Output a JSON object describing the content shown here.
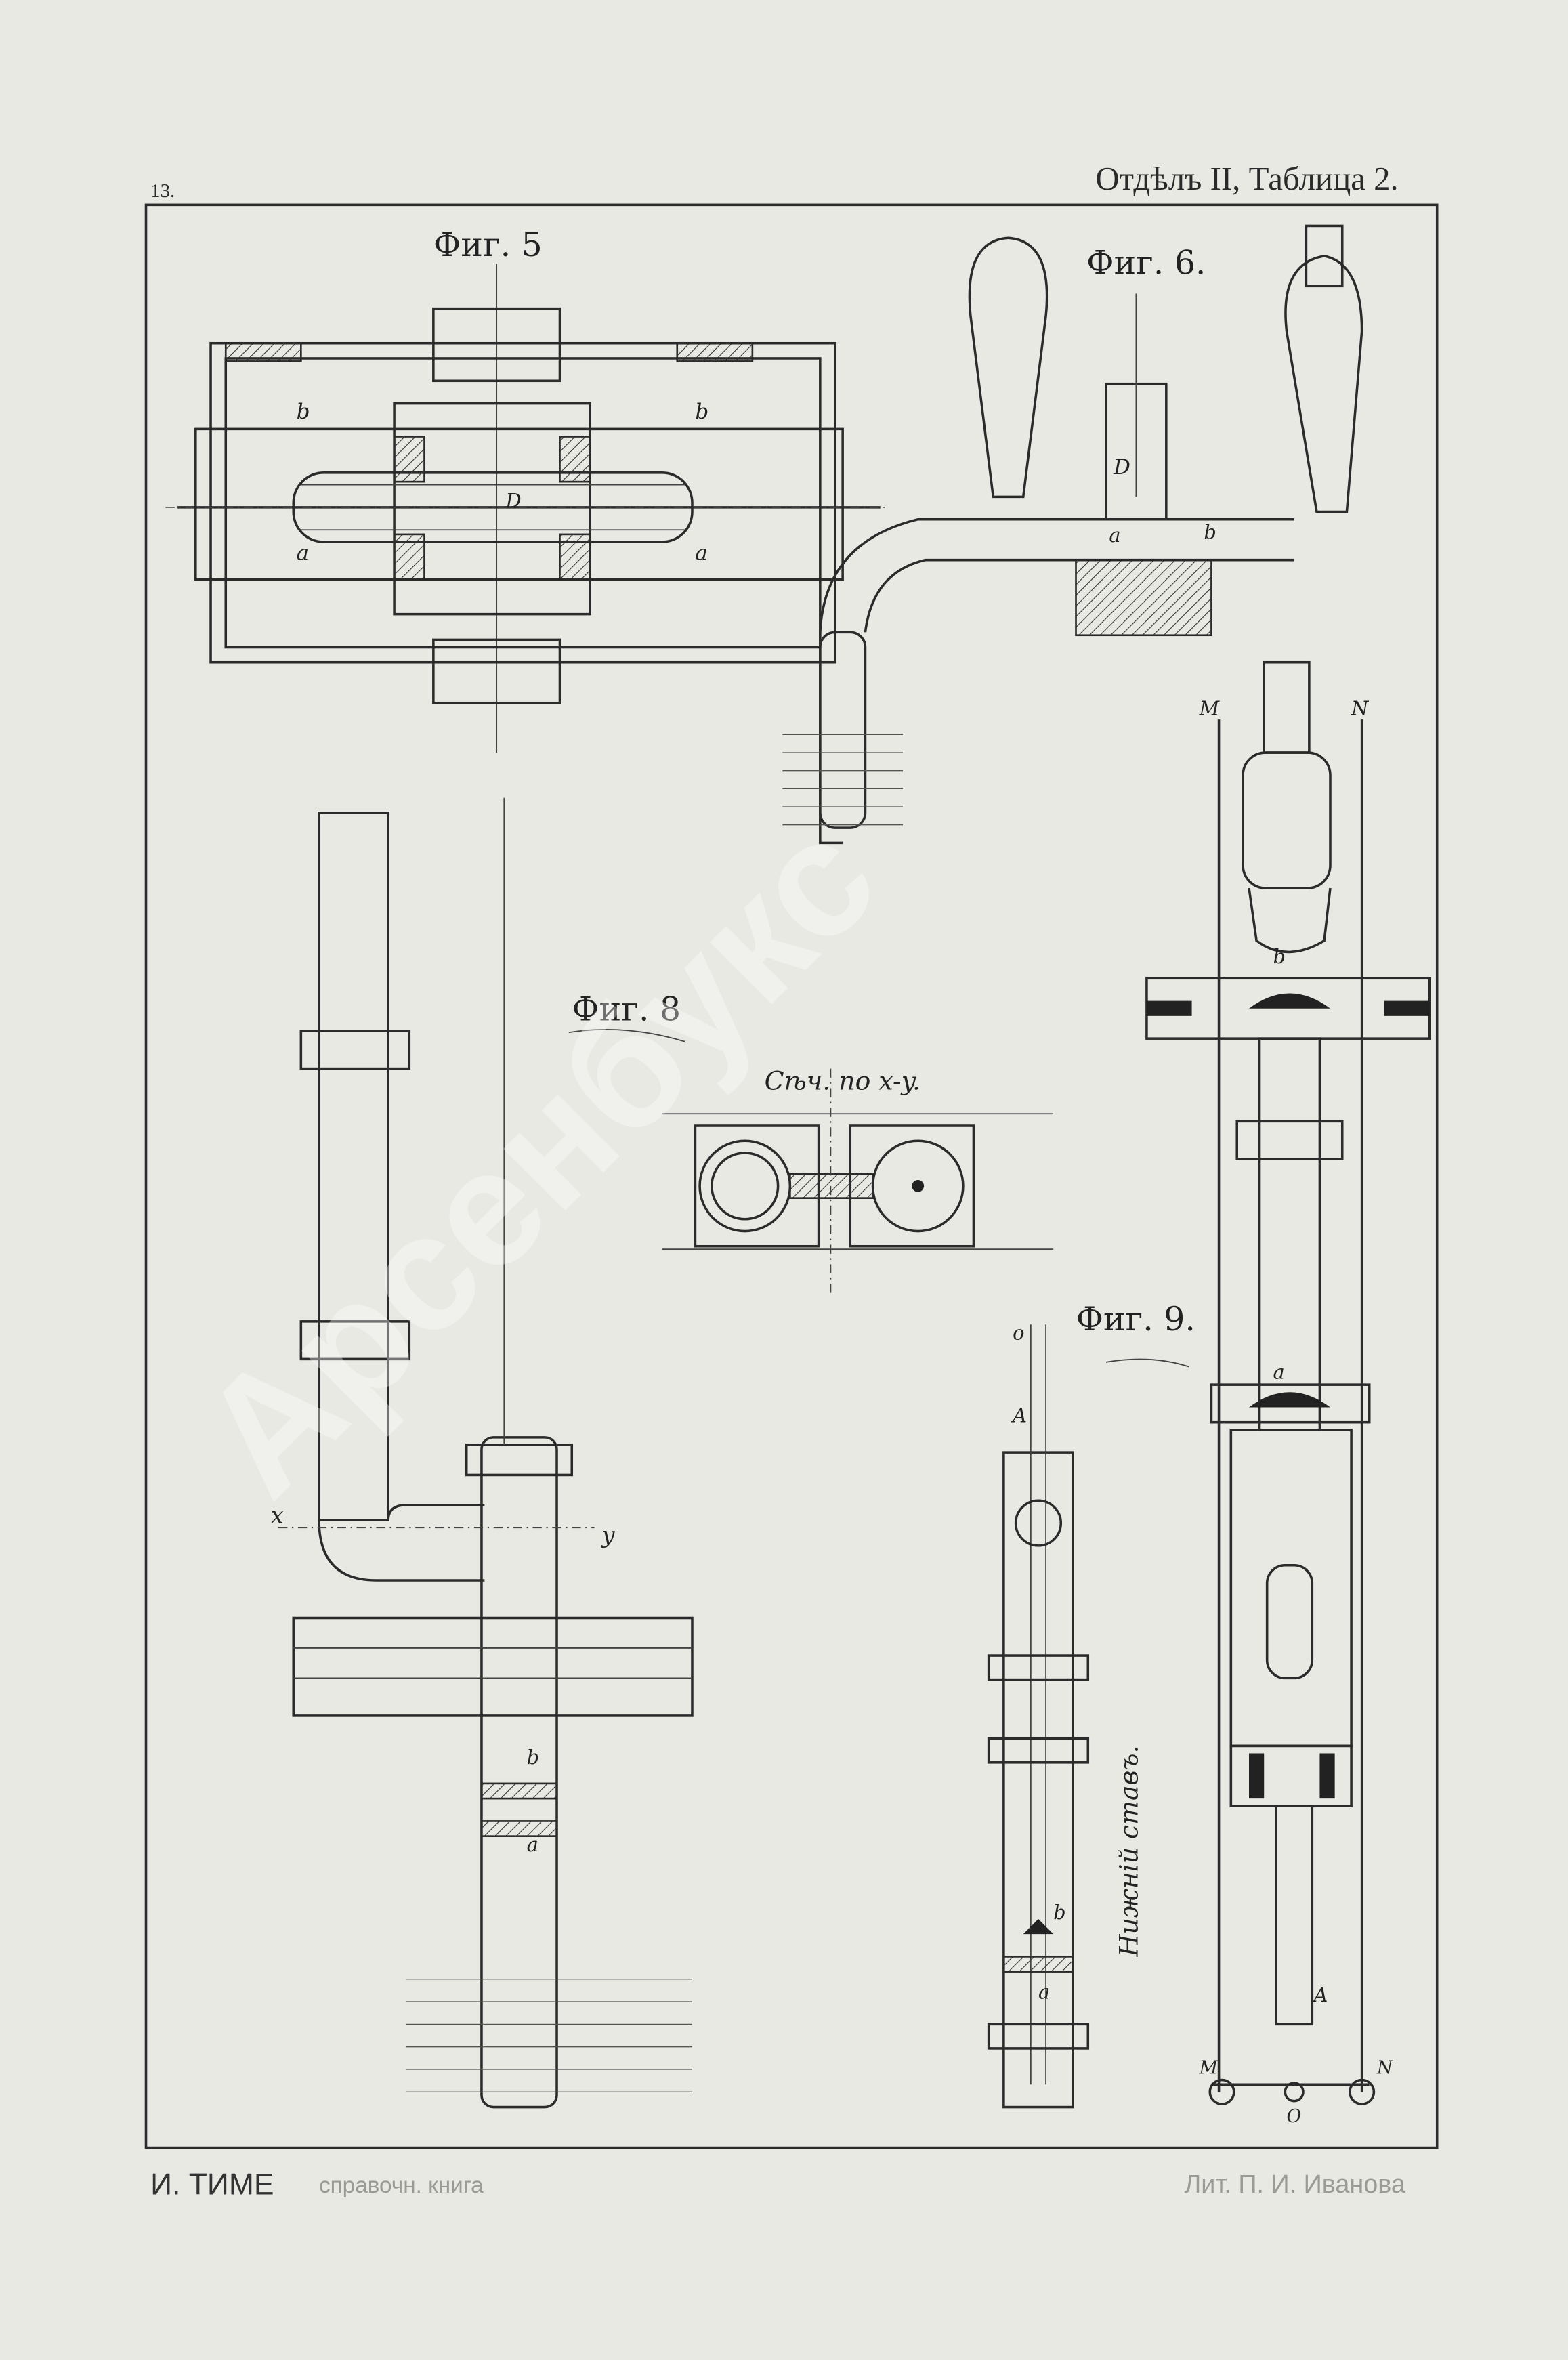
{
  "header": {
    "page_number": "13.",
    "title": "Отдѣлъ II, Таблица 2."
  },
  "figures": {
    "fig5": {
      "title": "Фиг. 5",
      "labels": {
        "b1": "b",
        "b2": "b",
        "D": "D",
        "a1": "a",
        "a2": "a"
      }
    },
    "fig6": {
      "title": "Фиг. 6.",
      "labels": {
        "D": "D",
        "a": "a",
        "b": "b"
      }
    },
    "fig8": {
      "title": "Фиг. 8",
      "section_title": "Сѣч. по x-y.",
      "labels": {
        "x": "x",
        "y": "y",
        "b": "b",
        "a": "a"
      }
    },
    "fig9": {
      "title": "Фиг. 9.",
      "side_caption": "Нижній ставъ.",
      "labels": {
        "o": "o",
        "A": "A",
        "b": "b",
        "a": "a",
        "M_top": "M",
        "N_top": "N",
        "b2": "b",
        "a2": "a",
        "A2": "A",
        "M_bot": "M",
        "O_bot": "O",
        "N_bot": "N"
      }
    }
  },
  "footer": {
    "author": "И. ТИМЕ",
    "book": "справочн. книга",
    "printer": "Лит. П. И. Иванова"
  },
  "watermark": "Арсенбукс",
  "colors": {
    "paper": "#e9e9e4",
    "ink": "#2b2b2b"
  }
}
